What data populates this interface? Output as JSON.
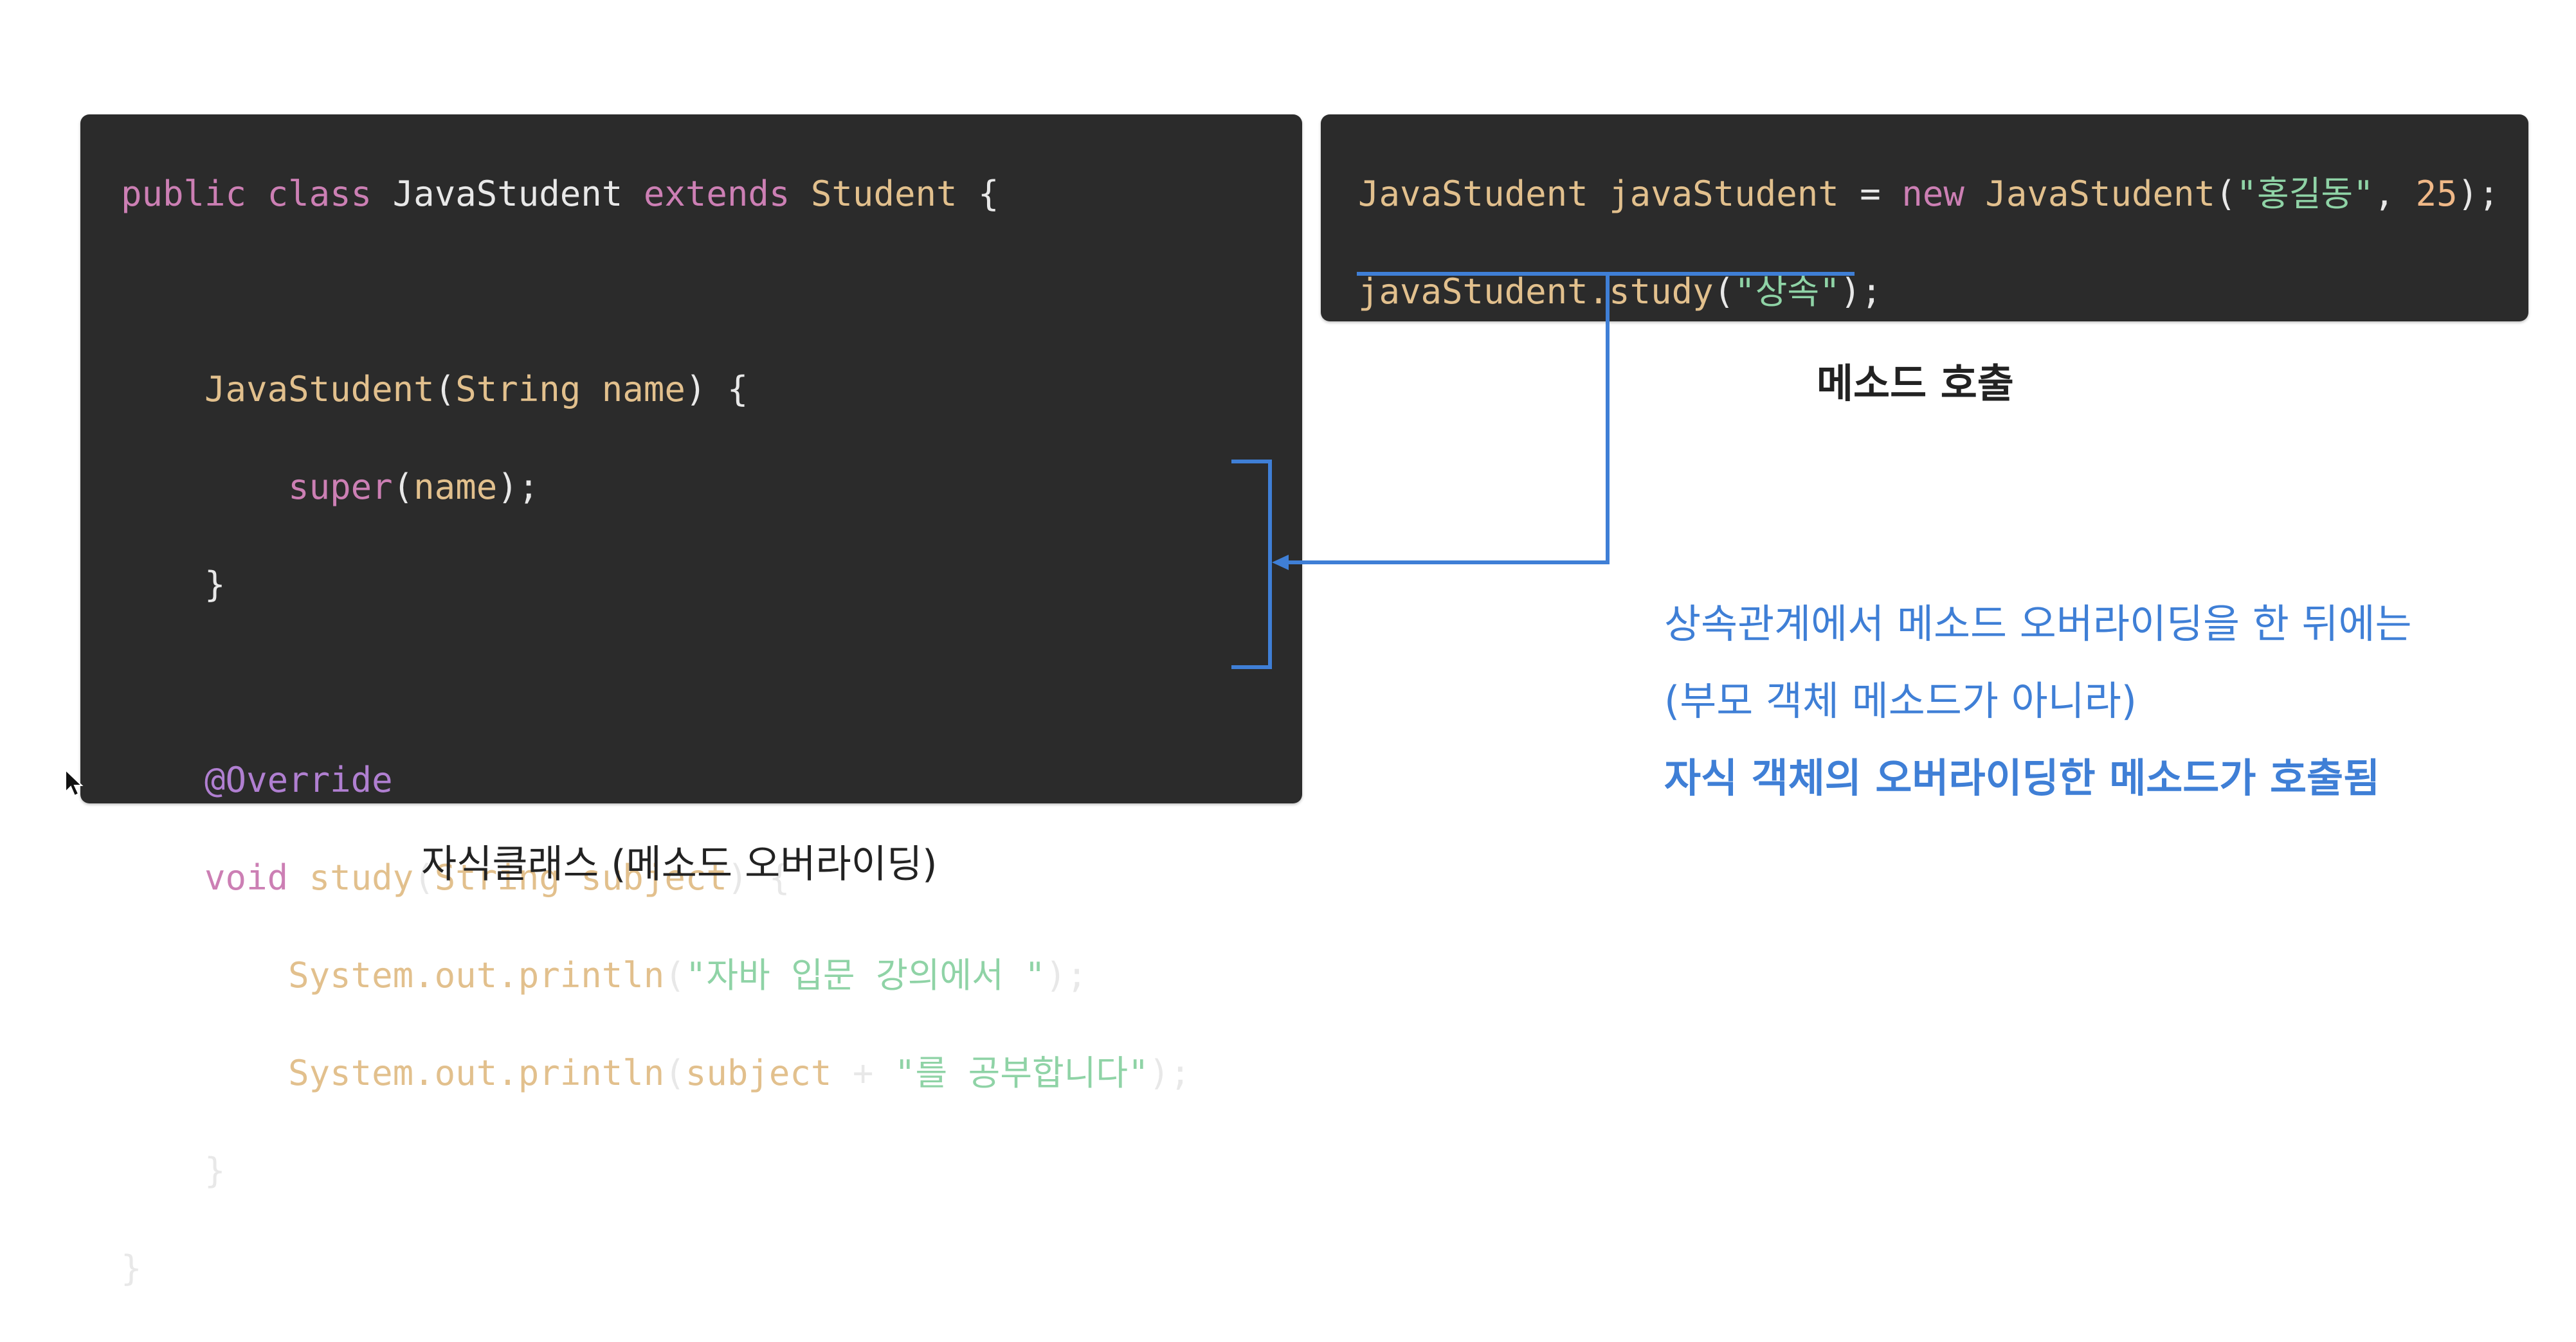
{
  "left_panel": {
    "caption": "자식클래스 (메소드 오버라이딩)",
    "code": {
      "l1": {
        "kw1": "public",
        "kw2": "class",
        "name": "JavaStudent",
        "kw3": "extends",
        "parent": "Student",
        "brace": "{"
      },
      "l3": {
        "ctor": "JavaStudent",
        "p_open": "(",
        "type": "String",
        "arg": "name",
        "p_close": ") {"
      },
      "l4": {
        "call": "super",
        "p_open": "(",
        "arg": "name",
        "p_close": ");"
      },
      "l5": {
        "brace": "}"
      },
      "l7": {
        "annotation": "@Override"
      },
      "l8": {
        "kw": "void",
        "method": "study",
        "p_open": "(",
        "type": "String",
        "arg": "subject",
        "p_close": ") {"
      },
      "l9": {
        "call": "System.out.println",
        "p_open": "(",
        "str": "\"자바 입문 강의에서 \"",
        "p_close": ");"
      },
      "l10": {
        "call": "System.out.println",
        "p_open": "(",
        "arg": "subject",
        "op": " + ",
        "str": "\"를 공부합니다\"",
        "p_close": ");"
      },
      "l11": {
        "brace": "}"
      },
      "l12": {
        "brace": "}"
      }
    }
  },
  "right_panel": {
    "caption": "메소드 호출",
    "code": {
      "l1": {
        "type": "JavaStudent",
        "var": "javaStudent",
        "op": " = ",
        "kw": "new",
        "ctor": "JavaStudent",
        "p_open": "(",
        "str": "\"홍길동\"",
        "comma": ", ",
        "num": "25",
        "p_close": ");"
      },
      "l2": {
        "call": "javaStudent.study",
        "p_open": "(",
        "str": "\"상속\"",
        "p_close": ");"
      }
    }
  },
  "explanation": {
    "line1": "상속관계에서 메소드 오버라이딩을 한 뒤에는",
    "line2": "(부모 객체 메소드가 아니라)",
    "line3": "자식 객체의 오버라이딩한 메소드가 호출됨"
  },
  "colors": {
    "code_background": "#2b2b2b",
    "keyword": "#cc7fb4",
    "type": "#e2c08d",
    "string": "#8fd3a6",
    "number": "#f0b887",
    "annotation": "#b07fd1",
    "arrow": "#3f7fd6"
  }
}
